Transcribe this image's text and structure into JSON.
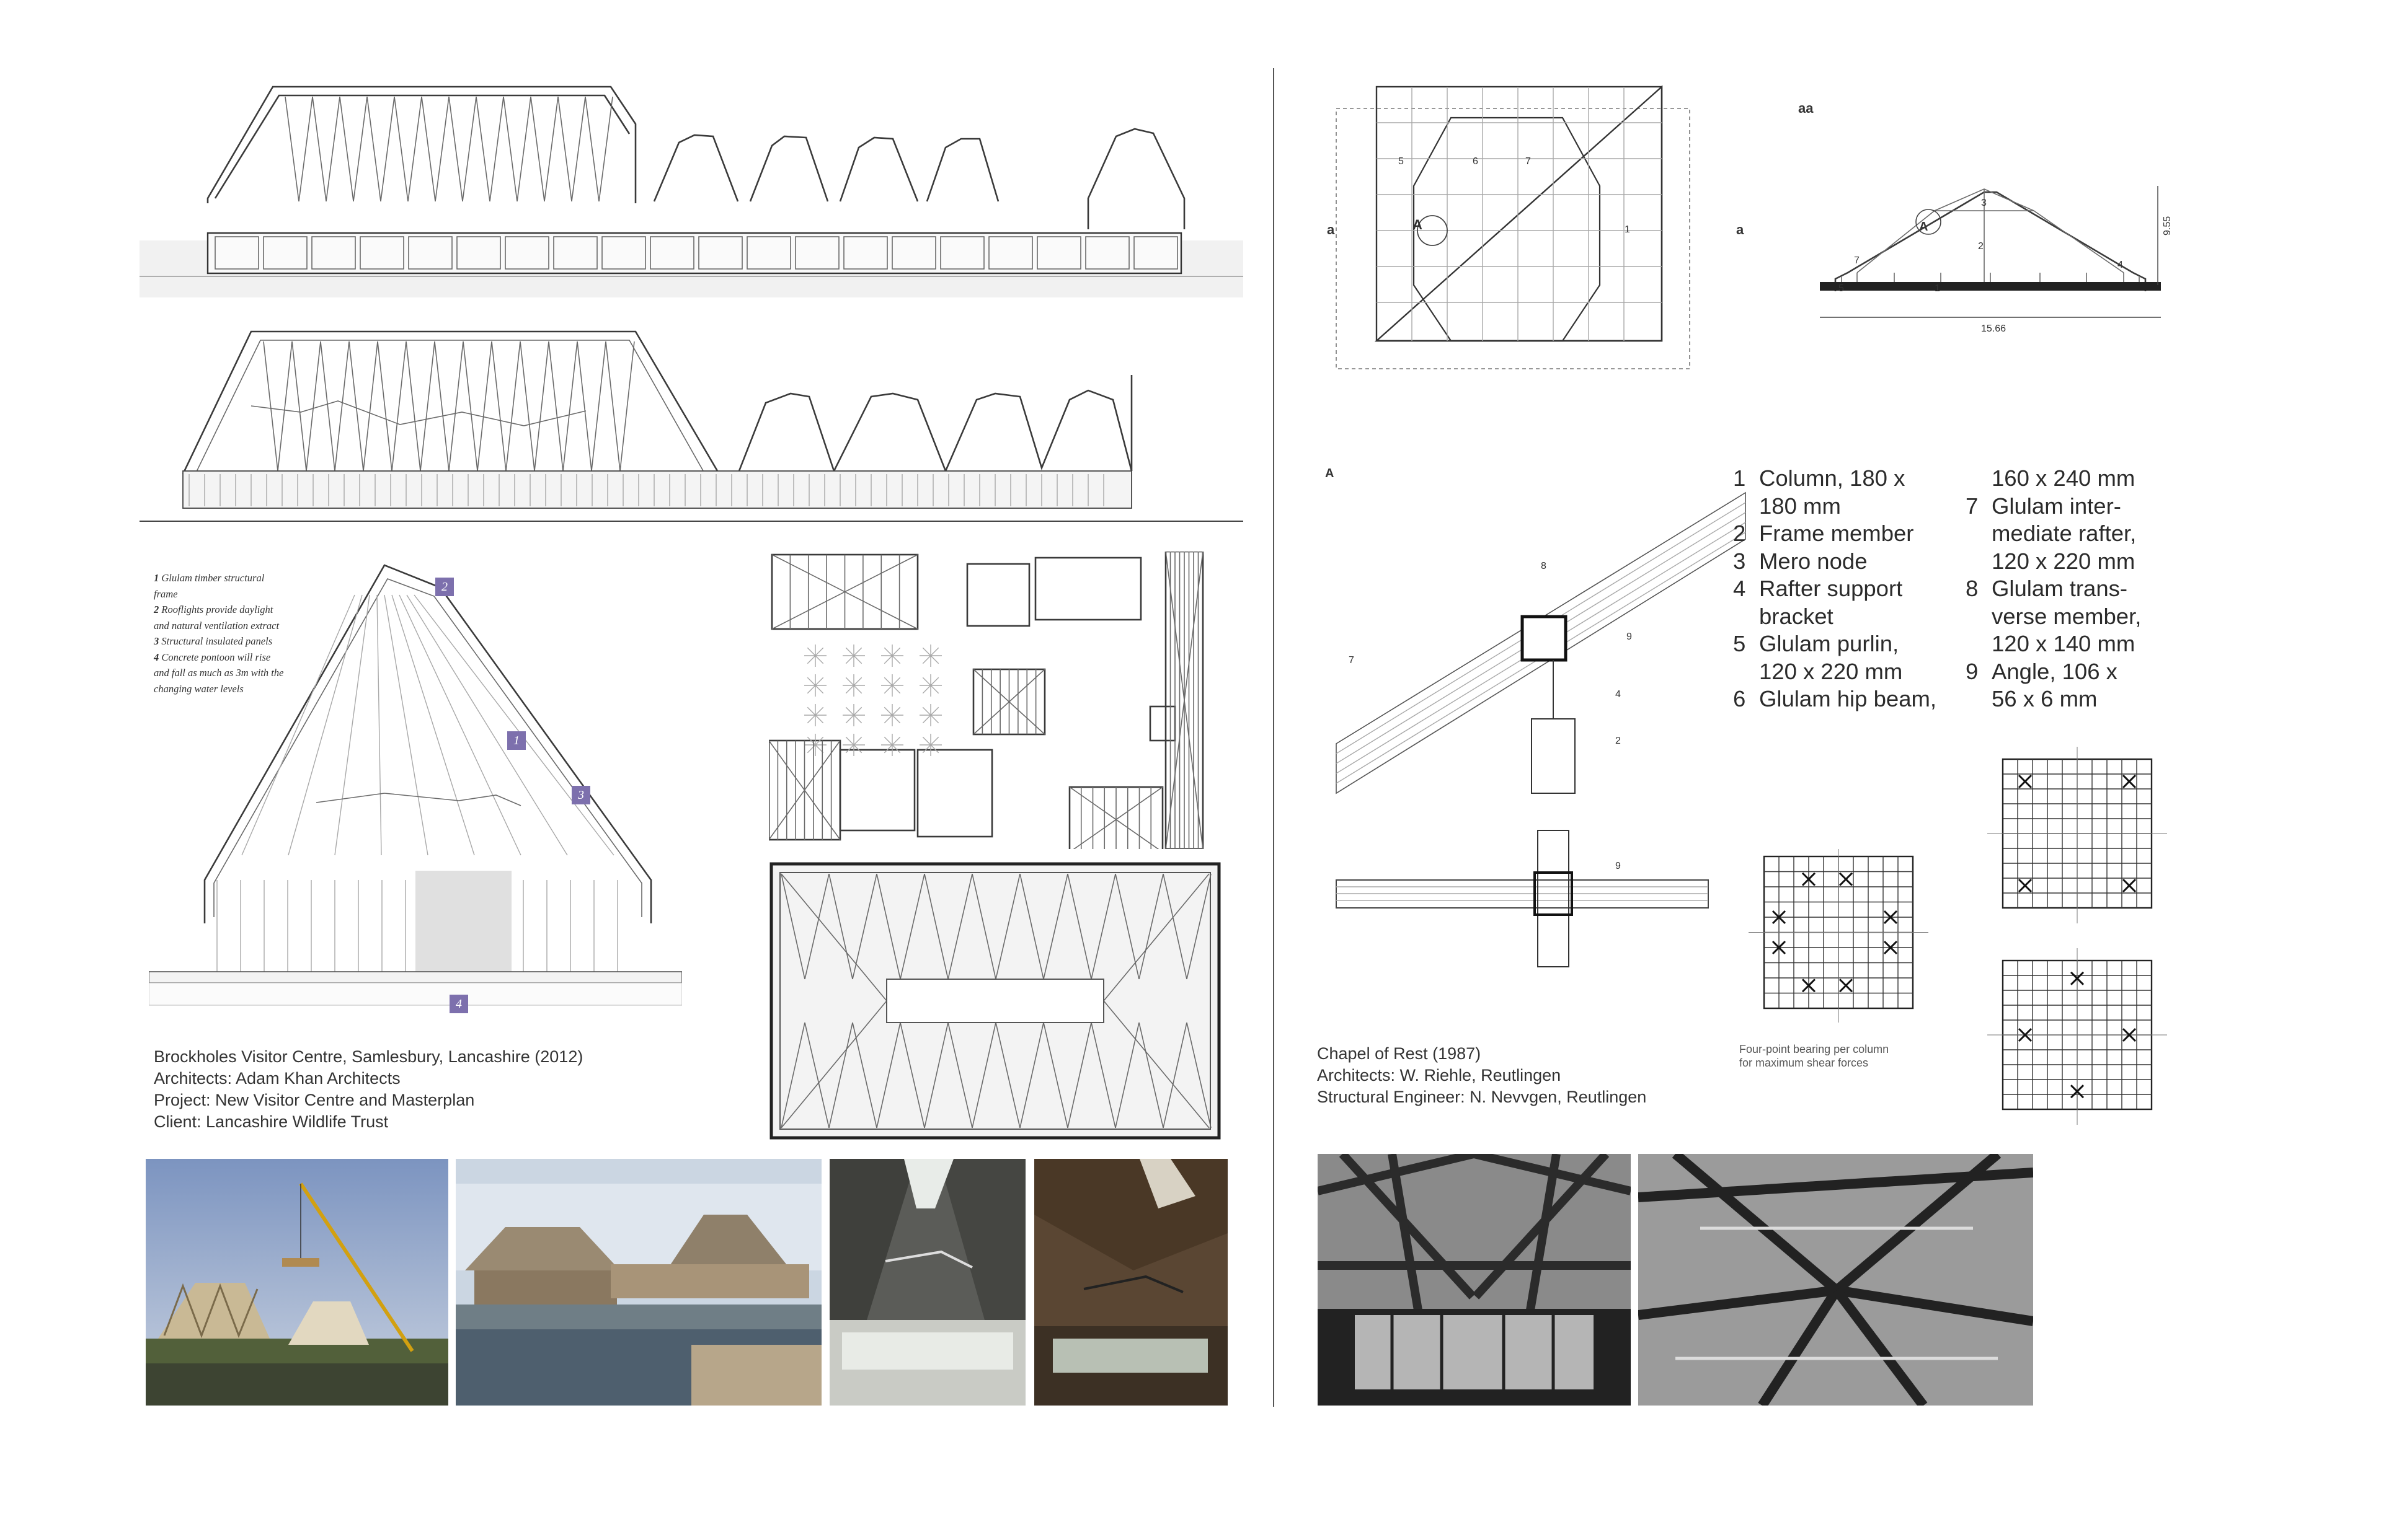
{
  "left_panel": {
    "legend_notes": [
      {
        "num": "1",
        "text": "Glulam timber structural frame"
      },
      {
        "num": "2",
        "text": "Rooflights provide daylight and natural ventilation extract"
      },
      {
        "num": "3",
        "text": "Structural insulated panels"
      },
      {
        "num": "4",
        "text": "Concrete pontoon will rise and fall as much as 3m with the changing water levels"
      }
    ],
    "section_tags": [
      "2",
      "1",
      "3",
      "4"
    ],
    "caption": {
      "line1": "Brockholes Visitor Centre, Samlesbury, Lancashire (2012)",
      "line2": "Architects: Adam Khan Architects",
      "line3": "Project: New Visitor Centre and Masterplan",
      "line4": "Client: Lancashire Wildlife Trust"
    }
  },
  "right_panel": {
    "plan_labels": {
      "a_left": "a",
      "a_right": "a",
      "A": "A",
      "n5": "5",
      "n6": "6",
      "n7": "7",
      "n1": "1"
    },
    "section_labels": {
      "title": "aa",
      "A": "A",
      "n3": "3",
      "n2": "2",
      "n7": "7",
      "n4": "4",
      "n5": "5",
      "n1": "1",
      "height": "9.55",
      "width": "15.66"
    },
    "detail_labels": {
      "title": "A",
      "n8": "8",
      "n9": "9",
      "n7": "7",
      "n4": "4",
      "n2": "2",
      "n9b": "9"
    },
    "legend_col1": [
      {
        "n": "1",
        "t": "Column, 180 x"
      },
      {
        "n": "",
        "t": "180 mm"
      },
      {
        "n": "2",
        "t": "Frame member"
      },
      {
        "n": "3",
        "t": "Mero node"
      },
      {
        "n": "4",
        "t": "Rafter support"
      },
      {
        "n": "",
        "t": "bracket"
      },
      {
        "n": "5",
        "t": "Glulam purlin,"
      },
      {
        "n": "",
        "t": "120 x 220 mm"
      },
      {
        "n": "6",
        "t": "Glulam hip beam,"
      }
    ],
    "legend_col2": [
      {
        "n": "",
        "t": "160 x 240 mm"
      },
      {
        "n": "7",
        "t": "Glulam inter-"
      },
      {
        "n": "",
        "t": "mediate rafter,"
      },
      {
        "n": "",
        "t": "120 x 220 mm"
      },
      {
        "n": "8",
        "t": "Glulam trans-"
      },
      {
        "n": "",
        "t": "verse member,"
      },
      {
        "n": "",
        "t": "120 x 140 mm"
      },
      {
        "n": "9",
        "t": "Angle, 106 x"
      },
      {
        "n": "",
        "t": "56 x 6 mm"
      }
    ],
    "bearing_note": {
      "line1": "Four-point bearing per column",
      "line2": "for maximum shear forces"
    },
    "caption": {
      "line1": "Chapel of Rest (1987)",
      "line2": "Architects: W. Riehle, Reutlingen",
      "line3": "Structural Engineer: N. Nevvgen, Reutlingen"
    }
  }
}
